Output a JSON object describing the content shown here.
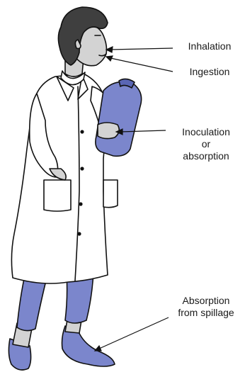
{
  "labels": {
    "inhalation": "Inhalation",
    "ingestion": "Ingestion",
    "inoculation": [
      "Inoculation",
      "or",
      "absorption"
    ],
    "spillage": [
      "Absorption",
      "from spillage"
    ]
  },
  "colors": {
    "accent": "#7b86cc",
    "accent_dark": "#5a66b4",
    "hair": "#3f3f3f",
    "skin": "#d3d3d3",
    "coat": "#ffffff",
    "outline": "#111111"
  }
}
